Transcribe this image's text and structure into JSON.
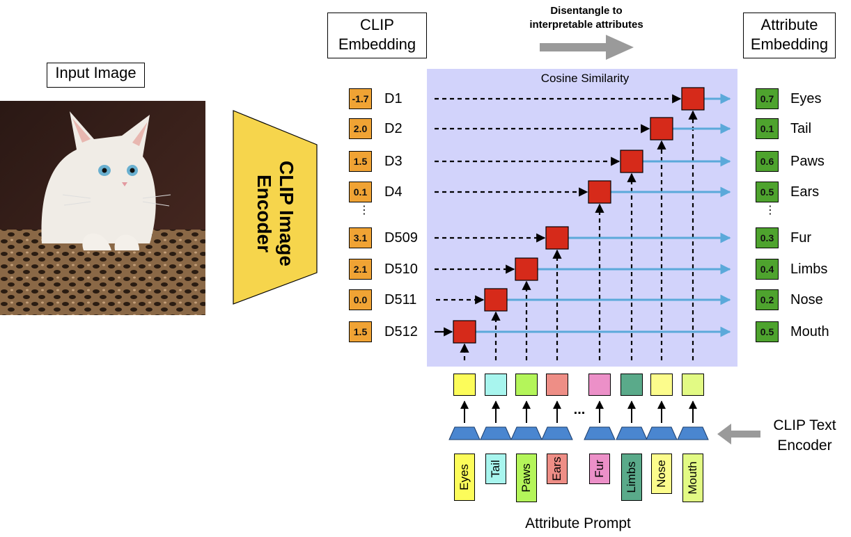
{
  "headers": {
    "input_image": "Input Image",
    "clip_embedding": "CLIP\nEmbedding",
    "disentangle": "Disentangle to\ninterpretable attributes",
    "attribute_embedding": "Attribute\nEmbedding",
    "cosine_similarity": "Cosine Similarity",
    "clip_image_encoder": "CLIP Image\nEncoder",
    "clip_text_encoder": "CLIP Text\nEncoder",
    "attribute_prompt": "Attribute Prompt",
    "ellipsis": "...",
    "vdots": "⋮"
  },
  "clip_embedding": [
    {
      "dim": "D1",
      "value": "-1.7"
    },
    {
      "dim": "D2",
      "value": "2.0"
    },
    {
      "dim": "D3",
      "value": "1.5"
    },
    {
      "dim": "D4",
      "value": "0.1"
    },
    {
      "dim": "D509",
      "value": "3.1"
    },
    {
      "dim": "D510",
      "value": "2.1"
    },
    {
      "dim": "D511",
      "value": "0.0"
    },
    {
      "dim": "D512",
      "value": "1.5"
    }
  ],
  "attribute_embedding": [
    {
      "name": "Eyes",
      "value": "0.7"
    },
    {
      "name": "Tail",
      "value": "0.1"
    },
    {
      "name": "Paws",
      "value": "0.6"
    },
    {
      "name": "Ears",
      "value": "0.5"
    },
    {
      "name": "Fur",
      "value": "0.3"
    },
    {
      "name": "Limbs",
      "value": "0.4"
    },
    {
      "name": "Nose",
      "value": "0.2"
    },
    {
      "name": "Mouth",
      "value": "0.5"
    }
  ],
  "attribute_prompts": [
    {
      "label": "Eyes",
      "color": "#fcfc5a"
    },
    {
      "label": "Tail",
      "color": "#a8f5ee"
    },
    {
      "label": "Paws",
      "color": "#b4f55a"
    },
    {
      "label": "Ears",
      "color": "#ee8e86"
    },
    {
      "label": "Fur",
      "color": "#ec90c8"
    },
    {
      "label": "Limbs",
      "color": "#5aaa8a"
    },
    {
      "label": "Nose",
      "color": "#fcfc8c"
    },
    {
      "label": "Mouth",
      "color": "#e2fa84"
    }
  ],
  "colors": {
    "panel": "#d2d3fb",
    "encoder_yellow": "#f6d54c",
    "red_square": "#d62a1a",
    "blue_arrow": "#5ba9da",
    "gray_arrow": "#9a9a9a",
    "text_encoder_blue": "#4a86d0"
  },
  "icons": [
    "cat-photo",
    "dashed-arrow",
    "solid-arrow",
    "red-square",
    "trapezoid-encoder"
  ]
}
